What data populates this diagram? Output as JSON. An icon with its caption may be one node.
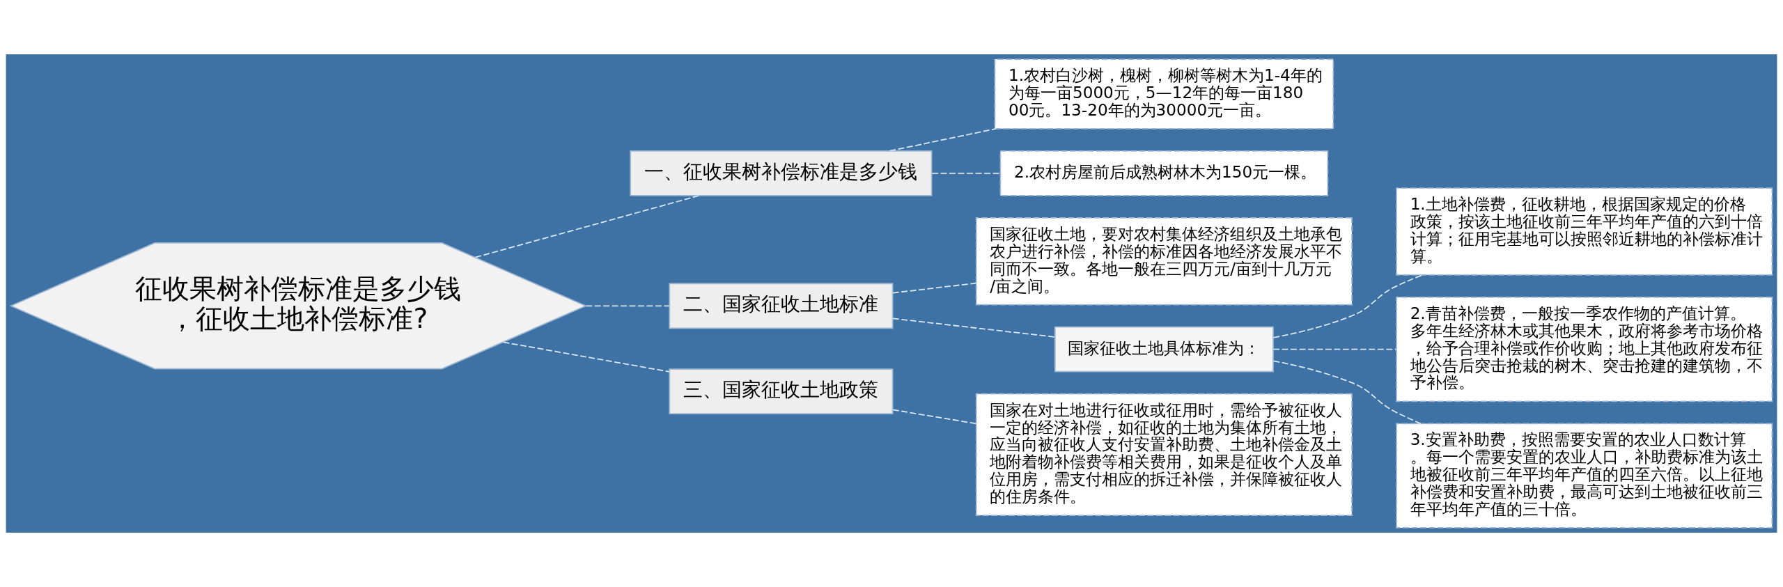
{
  "diagram": {
    "nodes": [
      {
        "text": [
          "征收果树补偿标准是多少钱，征收土地补偿标准?"
        ]
      },
      {
        "text": [
          "一、征收果树补偿标准是多少钱"
        ]
      },
      {
        "text": [
          "1.农村白沙树，槐树，柳树等树木为1-4年的为每一亩5000元，5—12年的每一亩18000元。13-20年的为30000元一亩。"
        ]
      },
      {
        "text": [
          "2.农村房屋前后成熟树林木为150元一棵。"
        ]
      },
      {
        "text": [
          "二、国家征收土地标准"
        ]
      },
      {
        "text": [
          "国家征收土地，要对农村集体经济组织及土地承包农户进行补偿，补偿的标准因各地经济发展水平不同而不一致。各地一般在三四万元/亩到十几万元/亩之间。"
        ]
      },
      {
        "text": [
          "国家征收土地具体标准为："
        ]
      },
      {
        "text": [
          "1.土地补偿费，征收耕地，根据国家规定的价格政策，按该土地征收前三年平均年产值的六到十倍计算；征用宅基地可以按照邻近耕地的补偿标准计算。"
        ]
      },
      {
        "text": [
          "2.青苗补偿费，一般按一季农作物的产值计算。多年生经济林木或其他果木，政府将参考市场价格，给予合理补偿或作价收购；地上其他政府发布征地公告后突击抢栽的树木、突击抢建的建筑物，不予补偿。"
        ]
      },
      {
        "text": [
          "3.安置补助费，按照需要安置的农业人口数计算。每一个需要安置的农业人口，补助费标准为该土地被征收前三年平均年产值的四至六倍。以上征地补偿费和安置补助费，最高可达到土地被征收前三年平均年产值的三十倍。"
        ]
      },
      {
        "text": [
          "三、国家征收土地政策"
        ]
      },
      {
        "text": [
          "国家在对土地进行征收或征用时，需给予被征收人一定的经济补偿，如征收的土地为集体所有土地，应当向被征收人支付安置补助费、土地补偿金及土地附着物补偿费等相关费用，如果是征收个人及单位用房，需支付相应的拆迁补偿，并保障被征收人的住房条件。"
        ]
      }
    ],
    "edges": [
      {
        "from": 0,
        "to": 1,
        "arrow": "none",
        "style": "dashed"
      },
      {
        "from": 1,
        "to": 2,
        "arrow": "none",
        "style": "dashed"
      },
      {
        "from": 1,
        "to": 3,
        "arrow": "none",
        "style": "dashed"
      },
      {
        "from": 0,
        "to": 4,
        "arrow": "none",
        "style": "dashed"
      },
      {
        "from": 4,
        "to": 5,
        "arrow": "none",
        "style": "dashed"
      },
      {
        "from": 4,
        "to": 6,
        "arrow": "none",
        "style": "dashed"
      },
      {
        "from": 6,
        "to": 7,
        "arrow": "none",
        "style": "dashed"
      },
      {
        "from": 6,
        "to": 8,
        "arrow": "none",
        "style": "dashed"
      },
      {
        "from": 6,
        "to": 9,
        "arrow": "none",
        "style": "dashed"
      },
      {
        "from": 0,
        "to": 10,
        "arrow": "none",
        "style": "dashed"
      },
      {
        "from": 10,
        "to": 11,
        "arrow": "none",
        "style": "dashed"
      }
    ]
  }
}
